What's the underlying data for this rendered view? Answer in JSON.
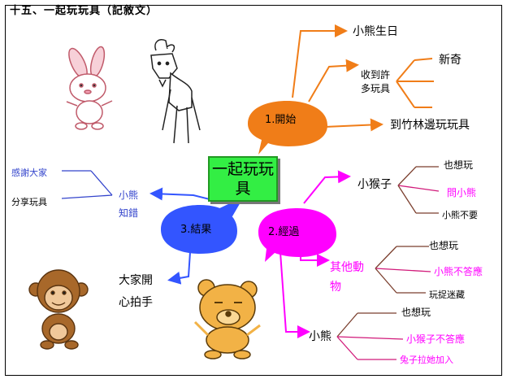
{
  "title": "十五、一起玩玩具（記敘文）",
  "center": "一起玩玩具",
  "colors": {
    "orange": "#f07d18",
    "magenta": "#ff00ff",
    "blue": "#3355ff",
    "green": "#33ee44",
    "blue_text": "#3344cc"
  },
  "branches": {
    "start": {
      "label": "1.開始",
      "items": [
        "小熊生日",
        "收到許多玩具",
        "新奇",
        "到竹林邊玩玩具"
      ],
      "wrap_gift": [
        "收到許",
        "多玩具"
      ]
    },
    "process": {
      "label": "2.經過",
      "groups": [
        {
          "name": "小猴子",
          "items": [
            "也想玩",
            "問小熊",
            "小熊不要"
          ]
        },
        {
          "name": "其他動物",
          "name_lines": [
            "其他動",
            "物"
          ],
          "items": [
            "也想玩",
            "小熊不答應",
            "玩捉迷藏"
          ]
        },
        {
          "name": "小熊",
          "items": [
            "也想玩",
            "小猴子不答應",
            "兔子拉她加入"
          ]
        }
      ]
    },
    "result": {
      "label": "3.結果",
      "items": [
        "小熊知錯",
        "感謝大家",
        "分享玩具",
        "大家開心拍手"
      ],
      "wrap_bear": [
        "小熊",
        "知錯"
      ],
      "wrap_clap": [
        "大家開",
        "心拍手"
      ]
    }
  },
  "icons": [
    "rabbit-icon",
    "goat-icon",
    "monkey-icon",
    "bear-icon"
  ]
}
